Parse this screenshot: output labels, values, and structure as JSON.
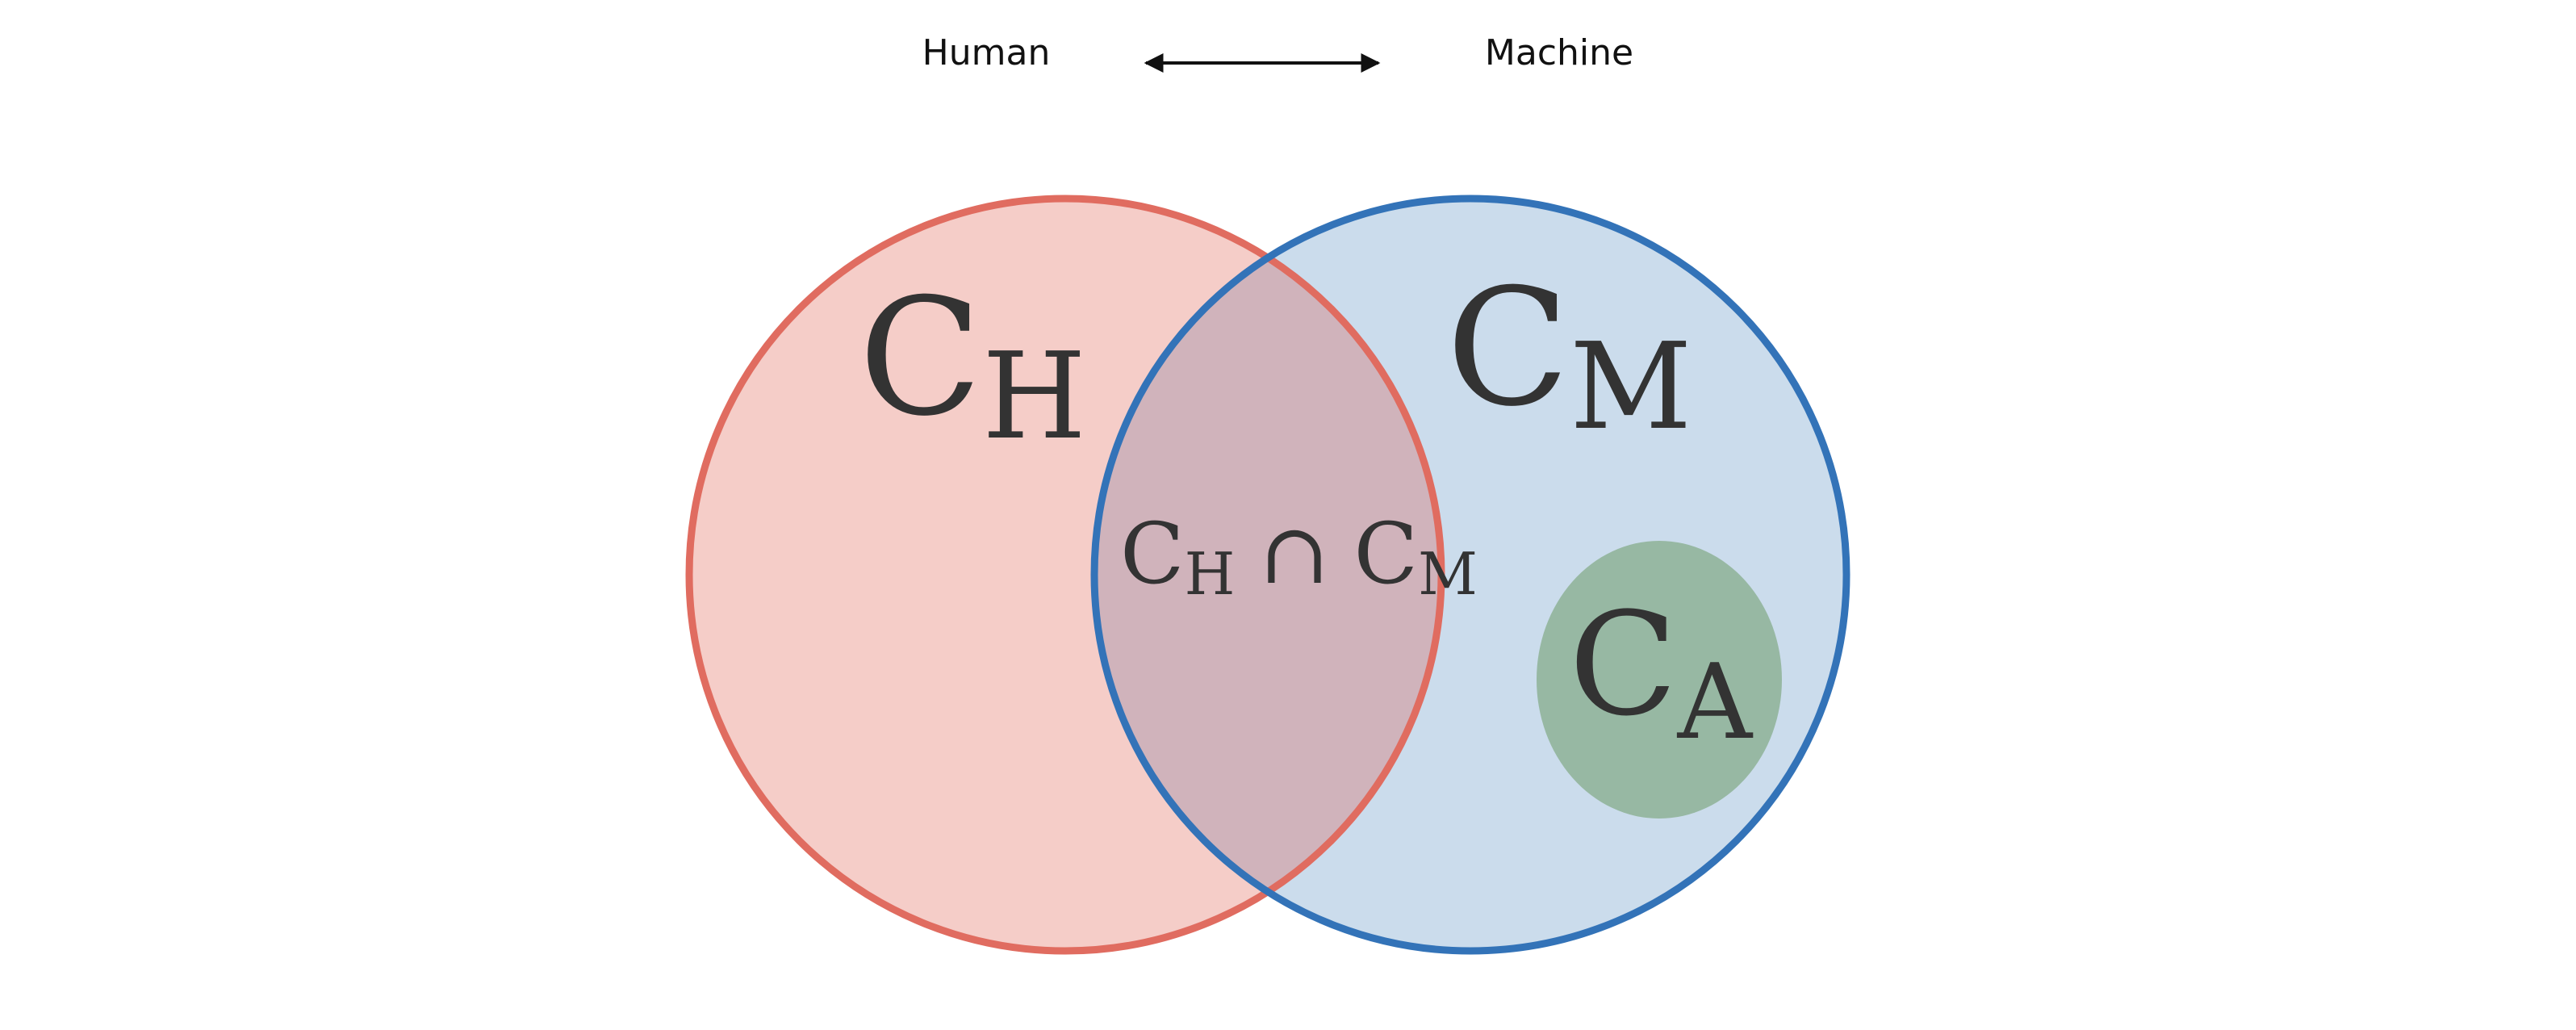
{
  "header": {
    "left_label": "Human",
    "right_label": "Machine"
  },
  "sets": {
    "human": {
      "symbol": "C",
      "subscript": "H",
      "fill": "#f5cdc8",
      "stroke": "#e06c60"
    },
    "machine": {
      "symbol": "C",
      "subscript": "M",
      "fill": "#cbdcec",
      "stroke": "#3373b8"
    },
    "overlap": {
      "fill": "#d0b3bb",
      "left_symbol": "C",
      "left_subscript": "H",
      "operator": "∩",
      "right_symbol": "C",
      "right_subscript": "M"
    },
    "agent": {
      "symbol": "C",
      "subscript": "A",
      "fill": "#97b8a3"
    }
  },
  "colors": {
    "arrow": "#111111",
    "text": "#333333"
  }
}
